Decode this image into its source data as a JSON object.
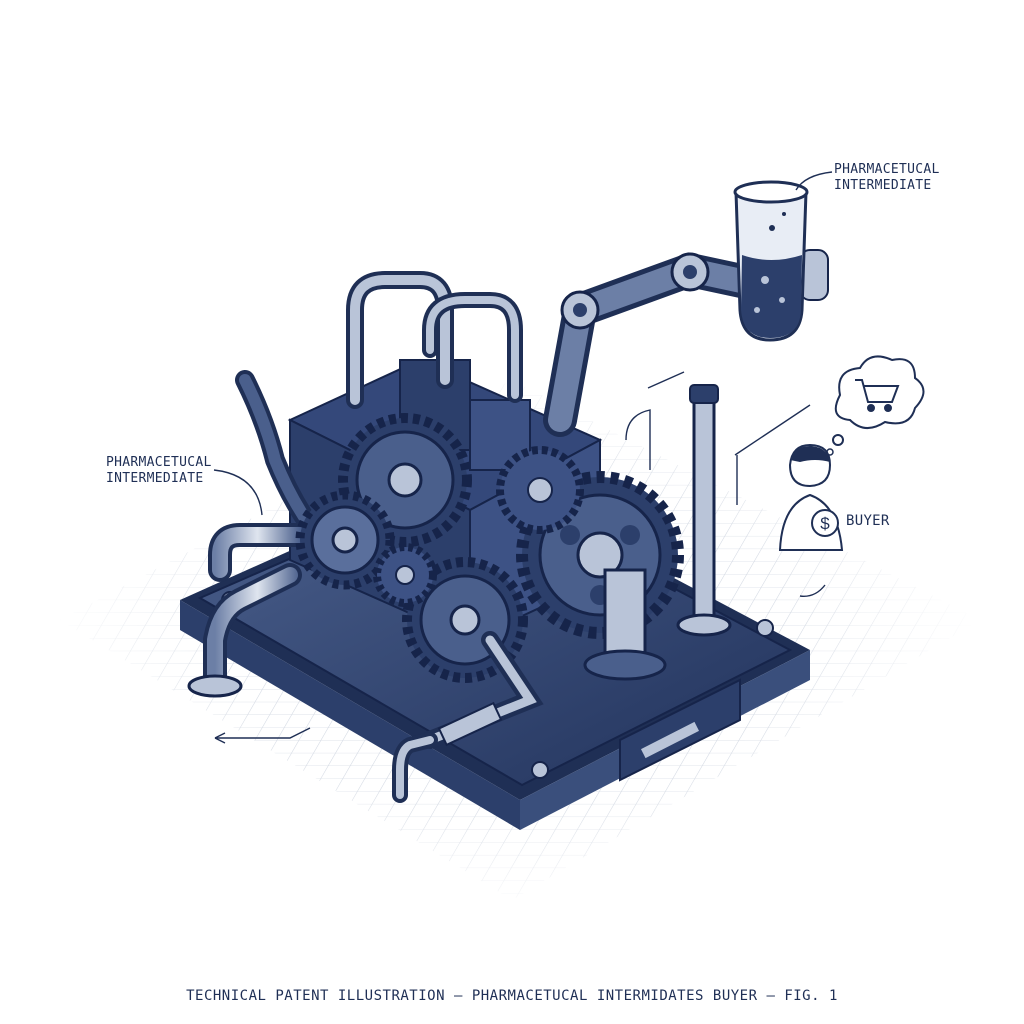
{
  "labels": {
    "top_intermediate": [
      "PHARMACETUCAL",
      "INTERMEDIATE"
    ],
    "left_intermediate": [
      "PHARMACETUCAL",
      "INTERMEDIATE"
    ],
    "buyer": "BUYER",
    "dollar_sign": "$"
  },
  "caption": "TECHNICAL PATENT ILLUSTRATION – PHARMACETUCAL INTERMIDATES BUYER – FIG. 1",
  "icons": [
    "shopping-cart-icon",
    "thought-bubble-icon",
    "person-icon",
    "dollar-coin-icon",
    "beaker-icon",
    "gear-icon",
    "robot-arm-icon"
  ],
  "colors": {
    "ink": "#1f2f55",
    "metal_dark": "#2c3f6b",
    "metal_mid": "#4a5f8c",
    "metal_light": "#b9c4d8",
    "grid": "#c8cfdc"
  }
}
